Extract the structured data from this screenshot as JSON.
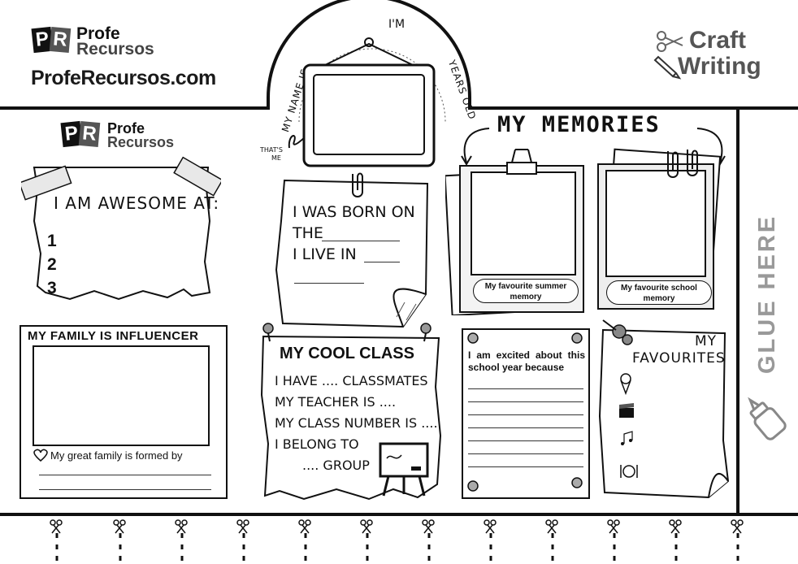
{
  "header": {
    "logo_mark": "PR",
    "logo_line1": "Profe",
    "logo_line2": "Recursos",
    "site": "ProfeRecursos.com",
    "craft_line1": "Craft",
    "craft_line2": "Writing"
  },
  "name_arch": {
    "my_name_is": "MY NAME IS",
    "im": "I'M",
    "years_old": "YEARS OLD",
    "thats_me_1": "THAT'S",
    "thats_me_2": "ME"
  },
  "awesome": {
    "logo_line1": "Profe",
    "logo_line2": "Recursos",
    "title": "I AM AWESOME AT:",
    "items": [
      "1",
      "2",
      "3"
    ]
  },
  "born": {
    "line1": "I WAS BORN ON",
    "line2": "THE",
    "line3": "I LIVE IN"
  },
  "memories": {
    "title": "MY MEMORIES",
    "summer": "My favourite summer memory",
    "school": "My favourite school memory"
  },
  "family": {
    "title": "MY FAMILY IS INFLUENCER",
    "formed_by": "My great family is formed by"
  },
  "cool_class": {
    "title": "MY COOL CLASS",
    "lines": [
      "I HAVE .... CLASSMATES",
      "MY TEACHER IS ....",
      "MY CLASS NUMBER IS ....",
      "I BELONG TO",
      ".... GROUP"
    ]
  },
  "excited": {
    "text": "I am excited about this school year because"
  },
  "favourites": {
    "title_line1": "MY",
    "title_line2": "FAVOURITES"
  },
  "glue": {
    "label": "GLUE HERE"
  }
}
